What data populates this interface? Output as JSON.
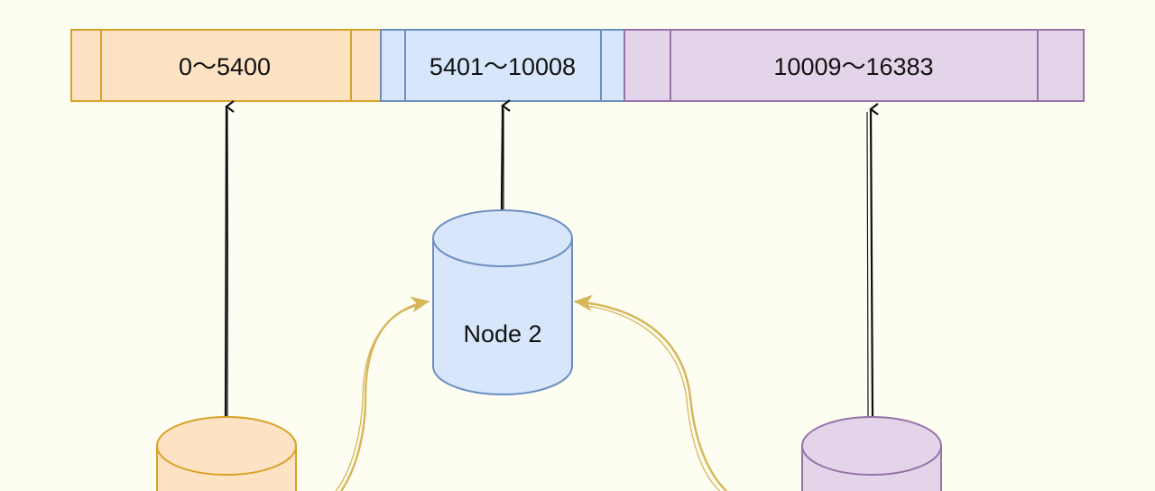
{
  "slots": [
    {
      "label": "0～5400"
    },
    {
      "label": "5401～10008"
    },
    {
      "label": "10009～16383"
    }
  ],
  "nodes": [
    {
      "label": ""
    },
    {
      "label": "Node 2"
    },
    {
      "label": ""
    }
  ],
  "colors": {
    "background": "#fdfdf2",
    "orange_fill": "#fde2c4",
    "orange_stroke": "#d9a227",
    "blue_fill": "#d7e6fb",
    "blue_stroke": "#6c8ebf",
    "purple_fill": "#e3d4e9",
    "purple_stroke": "#9673a6",
    "arrow": "#111111",
    "link": "#d6b656"
  }
}
